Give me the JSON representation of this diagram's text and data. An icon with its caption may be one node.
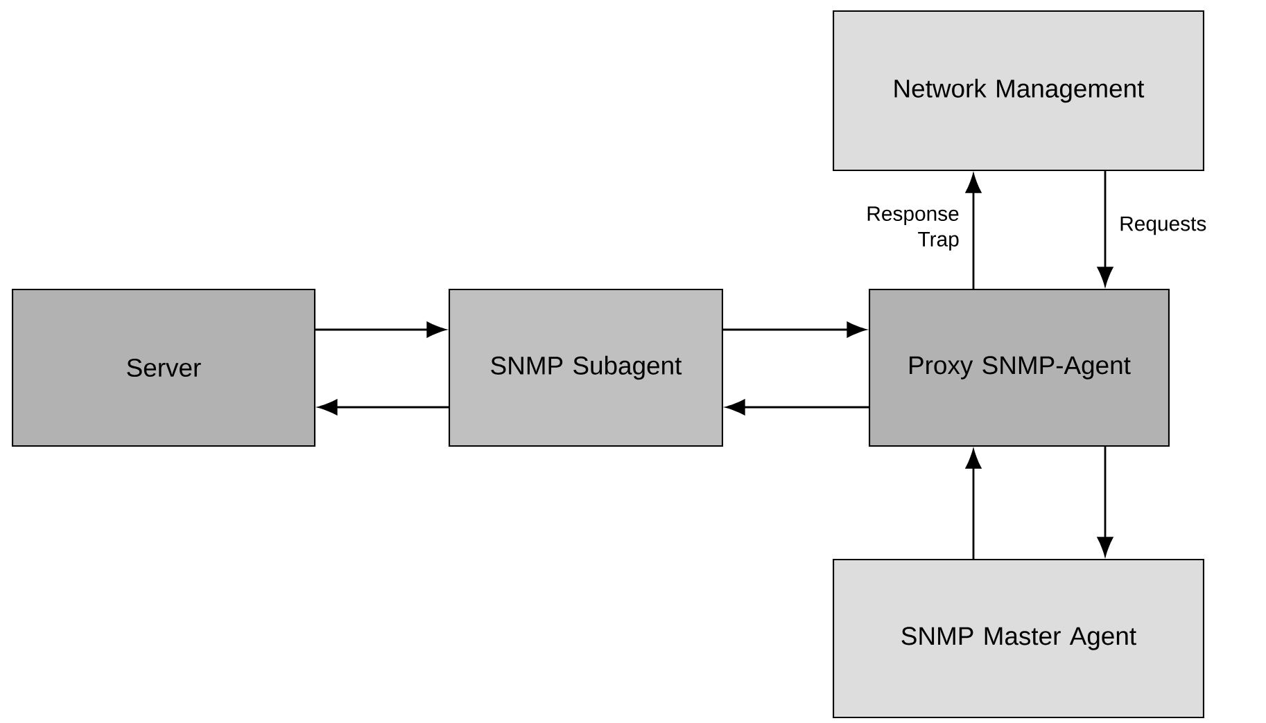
{
  "diagram": {
    "nodes": [
      {
        "text": [
          "Server"
        ]
      },
      {
        "text": [
          "SNMP Subagent"
        ]
      },
      {
        "text": [
          "Proxy SNMP-Agent"
        ]
      },
      {
        "text": [
          "Network Management"
        ]
      },
      {
        "text": [
          "SNMP Master Agent"
        ]
      }
    ],
    "edges": [
      {
        "from": 0,
        "to": 1,
        "arrow": "to"
      },
      {
        "from": 1,
        "to": 0,
        "arrow": "to"
      },
      {
        "from": 1,
        "to": 2,
        "arrow": "to"
      },
      {
        "from": 2,
        "to": 1,
        "arrow": "to"
      },
      {
        "from": 2,
        "to": 3,
        "arrow": "to",
        "label": "Response Trap"
      },
      {
        "from": 3,
        "to": 2,
        "arrow": "to",
        "label": "Requests"
      },
      {
        "from": 4,
        "to": 2,
        "arrow": "to"
      },
      {
        "from": 2,
        "to": 4,
        "arrow": "to"
      }
    ]
  }
}
